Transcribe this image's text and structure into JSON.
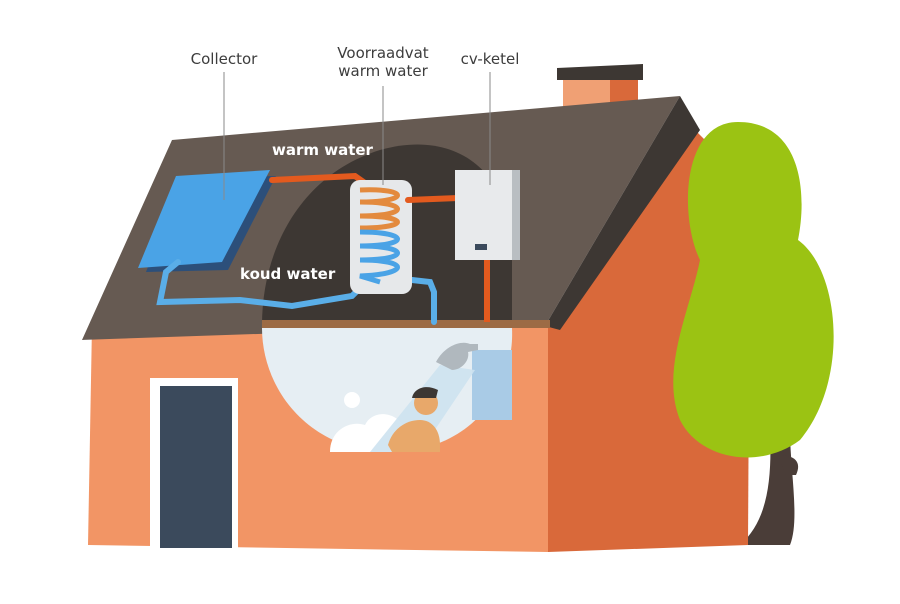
{
  "labels": {
    "collector": "Collector",
    "storage_line1": "Voorraadvat",
    "storage_line2": "warm water",
    "boiler": "cv-ketel",
    "warm_water": "warm water",
    "cold_water": "koud water"
  },
  "colors": {
    "wall": "#f29565",
    "wall_side": "#d9693a",
    "roof": "#665a52",
    "roof_dark": "#3d3733",
    "pipe_hot": "#e35a1e",
    "pipe_cold": "#5aaee8",
    "collector": "#4aa3e6",
    "tree": "#9bc313",
    "trunk": "#4a3d38",
    "door": "#3b4a5c"
  }
}
